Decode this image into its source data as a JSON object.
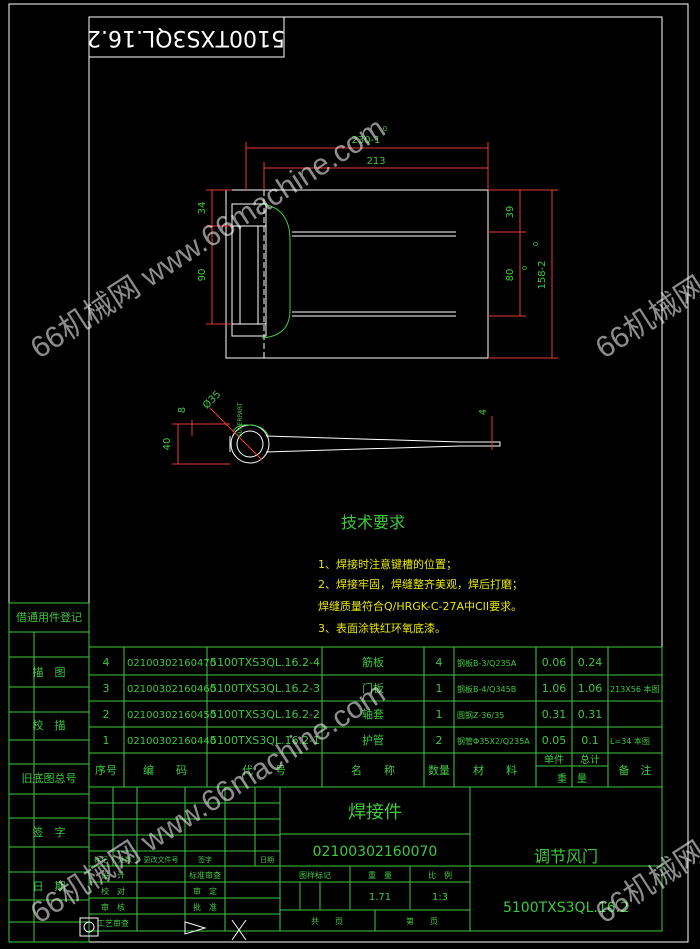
{
  "colors": {
    "frame": "#ffffff",
    "table": "#3ec83e",
    "text": "#3ec83e",
    "dimension": "#e83a3a",
    "dimension_text": "#3ec83e",
    "part_outline": "#ffffff",
    "weld_curve": "#3ec83e",
    "tech_text": "#e8e800"
  },
  "drawing_code_top": "5100TXS3QL.16.2",
  "part_view_dims": {
    "overall_length": "230-1",
    "overall_length_tol": "0",
    "inner_length": "213",
    "left_top": "34",
    "left_height": "90",
    "right_top": "39",
    "right_mid": "80",
    "right_mid_tol": "0",
    "overall_height": "158-2",
    "overall_height_tol": "0"
  },
  "side_view_dims": {
    "diameter": "Ø35",
    "small": "8",
    "height": "40",
    "thickness": "4",
    "note": "SUPERPART"
  },
  "tech": {
    "title": "技术要求",
    "items": [
      "1、焊接时注意键槽的位置；",
      "2、焊接牢固，焊缝整齐美观，焊后打磨；",
      "    焊缝质量符合Q/HRGK-C-27A中CII要求。",
      "3、表面涂铁红环氧底漆。"
    ]
  },
  "bom": {
    "rows": [
      {
        "no": "4",
        "code": "02100302160470",
        "drawing": "5100TXS3QL.16.2-4",
        "name": "筋板",
        "qty": "4",
        "material": "钢板B-3/Q235A",
        "unit": "0.06",
        "total": "0.24",
        "remark": ""
      },
      {
        "no": "3",
        "code": "02100302160460",
        "drawing": "5100TXS3QL.16.2-3",
        "name": "门板",
        "qty": "1",
        "material": "钢板B-4/Q345B",
        "unit": "1.06",
        "total": "1.06",
        "remark": "213X56 本图"
      },
      {
        "no": "2",
        "code": "02100302160450",
        "drawing": "5100TXS3QL.16.2-2",
        "name": "轴套",
        "qty": "1",
        "material": "圆钢Z-36/35",
        "unit": "0.31",
        "total": "0.31",
        "remark": ""
      },
      {
        "no": "1",
        "code": "02100302160440",
        "drawing": "5100TXS3QL.16.2-1",
        "name": "护管",
        "qty": "2",
        "material": "钢管Φ35X2/Q235A",
        "unit": "0.05",
        "total": "0.1",
        "remark": "L=34 本图"
      }
    ],
    "header": {
      "no": "序号",
      "code": "编　　码",
      "drawing": "代　　号",
      "name": "名　　称",
      "qty": "数量",
      "material": "材　　料",
      "unit": "单件",
      "total": "总计",
      "weight": "重　量",
      "remark": "备　注"
    }
  },
  "side_labels": [
    "借通用件登记",
    "描　图",
    "校　描",
    "旧底图总号",
    "签　字",
    "日　期"
  ],
  "title_block": {
    "part_name": "焊接件",
    "part_code": "02100302160070",
    "product_name": "调节风门",
    "drawing_no": "5100TXS3QL.16.2",
    "rev_headers": [
      "标记",
      "处数",
      "更改文件号",
      "签字",
      "日期"
    ],
    "sign_rows": [
      [
        "设　计",
        "标准审查"
      ],
      [
        "校　对",
        "审　定"
      ],
      [
        "审　核",
        "批　准"
      ],
      [
        "工艺审查",
        ""
      ]
    ],
    "stage_label": "图样标记",
    "weight_label": "重　量",
    "scale_label": "比　例",
    "weight": "1.71",
    "scale": "1:3",
    "sheets_label": "共　　页",
    "page_label": "第　　页"
  },
  "watermark": "66机械网 www.66machine.com"
}
